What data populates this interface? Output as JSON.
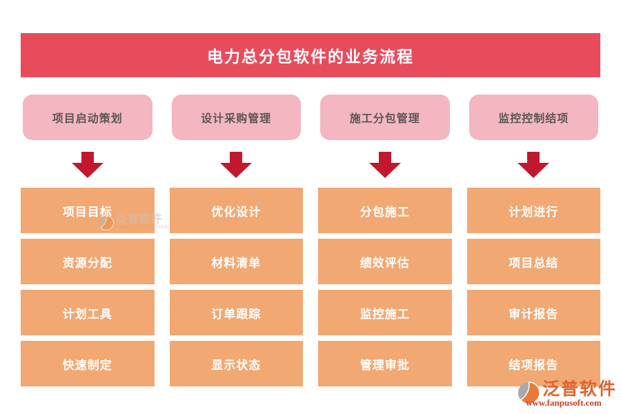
{
  "title": "电力总分包软件的业务流程",
  "columns": [
    {
      "header": "项目启动策划",
      "items": [
        "项目目标",
        "资源分配",
        "计划工具",
        "快速制定"
      ]
    },
    {
      "header": "设计采购管理",
      "items": [
        "优化设计",
        "材料清单",
        "订单跟踪",
        "显示状态"
      ]
    },
    {
      "header": "施工分包管理",
      "items": [
        "分包施工",
        "绩效评估",
        "监控施工",
        "管理审批"
      ]
    },
    {
      "header": "监控控制结项",
      "items": [
        "计划进行",
        "项目总结",
        "审计报告",
        "结项报告"
      ]
    }
  ],
  "watermark": {
    "brand": "泛普软件",
    "brand_sub": "FANPU SOFTWARE",
    "url": "www.fanpusoft.com"
  },
  "icons": {
    "arrow": "down-arrow",
    "logo": "fanpu-logo"
  },
  "colors": {
    "banner_red": "#e84c5c",
    "stage_pink": "#f4b6c0",
    "stage_text": "#595757",
    "arrow_red": "#c2182e",
    "task_orange": "#f2a873",
    "task_text": "#ffffff",
    "brand_orange": "#e2602f",
    "url_red": "#cc4125",
    "background": "#ffffff"
  }
}
